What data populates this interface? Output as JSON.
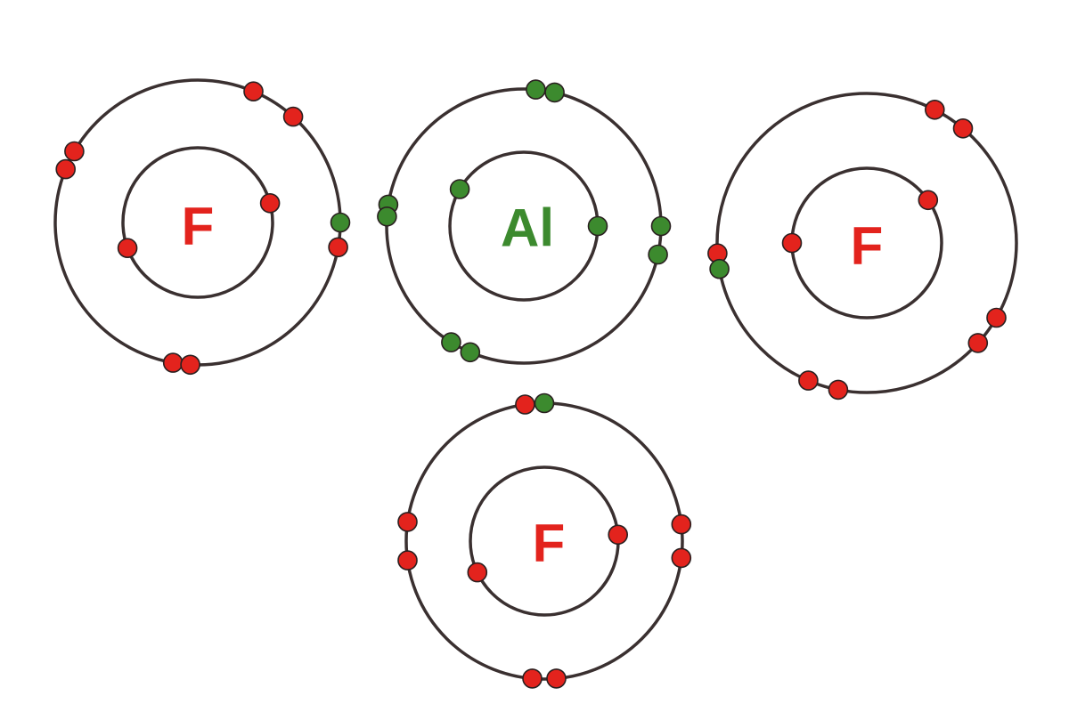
{
  "colors": {
    "fluorine": "#e3231d",
    "aluminium": "#3c8a2e",
    "shell": "#3a3030"
  },
  "atoms": [
    {
      "symbol": "F",
      "element": "fluorine",
      "inner_shell": [
        {
          "angle": 160,
          "element": "fluorine"
        },
        {
          "angle": -15,
          "element": "fluorine"
        }
      ],
      "outer_shell": [
        {
          "angle": -48,
          "element": "fluorine"
        },
        {
          "angle": -67,
          "element": "fluorine"
        },
        {
          "angle": -150,
          "element": "fluorine"
        },
        {
          "angle": -158,
          "element": "fluorine"
        },
        {
          "angle": 100,
          "element": "fluorine"
        },
        {
          "angle": 93,
          "element": "fluorine"
        },
        {
          "angle": 10,
          "element": "fluorine"
        },
        {
          "angle": 0,
          "element": "aluminium"
        }
      ]
    },
    {
      "symbol": "Al",
      "element": "aluminium",
      "inner_shell": [
        {
          "angle": -150,
          "element": "aluminium"
        },
        {
          "angle": 0,
          "element": "aluminium"
        }
      ],
      "outer_shell": [
        {
          "angle": -85,
          "element": "aluminium"
        },
        {
          "angle": -77,
          "element": "aluminium"
        },
        {
          "angle": -171,
          "element": "aluminium"
        },
        {
          "angle": -176,
          "element": "aluminium"
        },
        {
          "angle": 122,
          "element": "aluminium"
        },
        {
          "angle": 113,
          "element": "aluminium"
        },
        {
          "angle": 0,
          "element": "aluminium"
        },
        {
          "angle": 12,
          "element": "aluminium"
        }
      ]
    },
    {
      "symbol": "F",
      "element": "fluorine",
      "inner_shell": [
        {
          "angle": -35,
          "element": "fluorine"
        },
        {
          "angle": 180,
          "element": "fluorine"
        }
      ],
      "outer_shell": [
        {
          "angle": -63,
          "element": "fluorine"
        },
        {
          "angle": -50,
          "element": "fluorine"
        },
        {
          "angle": 30,
          "element": "fluorine"
        },
        {
          "angle": 42,
          "element": "fluorine"
        },
        {
          "angle": 113,
          "element": "fluorine"
        },
        {
          "angle": 101,
          "element": "fluorine"
        },
        {
          "angle": 176,
          "element": "fluorine"
        },
        {
          "angle": 170,
          "element": "aluminium"
        }
      ]
    },
    {
      "symbol": "F",
      "element": "fluorine",
      "inner_shell": [
        {
          "angle": -5,
          "element": "fluorine"
        },
        {
          "angle": 155,
          "element": "fluorine"
        }
      ],
      "outer_shell": [
        {
          "angle": -98,
          "element": "fluorine"
        },
        {
          "angle": -90,
          "element": "aluminium"
        },
        {
          "angle": -172,
          "element": "fluorine"
        },
        {
          "angle": 172,
          "element": "fluorine"
        },
        {
          "angle": -7,
          "element": "fluorine"
        },
        {
          "angle": 7,
          "element": "fluorine"
        },
        {
          "angle": 95,
          "element": "fluorine"
        },
        {
          "angle": 85,
          "element": "fluorine"
        }
      ]
    }
  ]
}
